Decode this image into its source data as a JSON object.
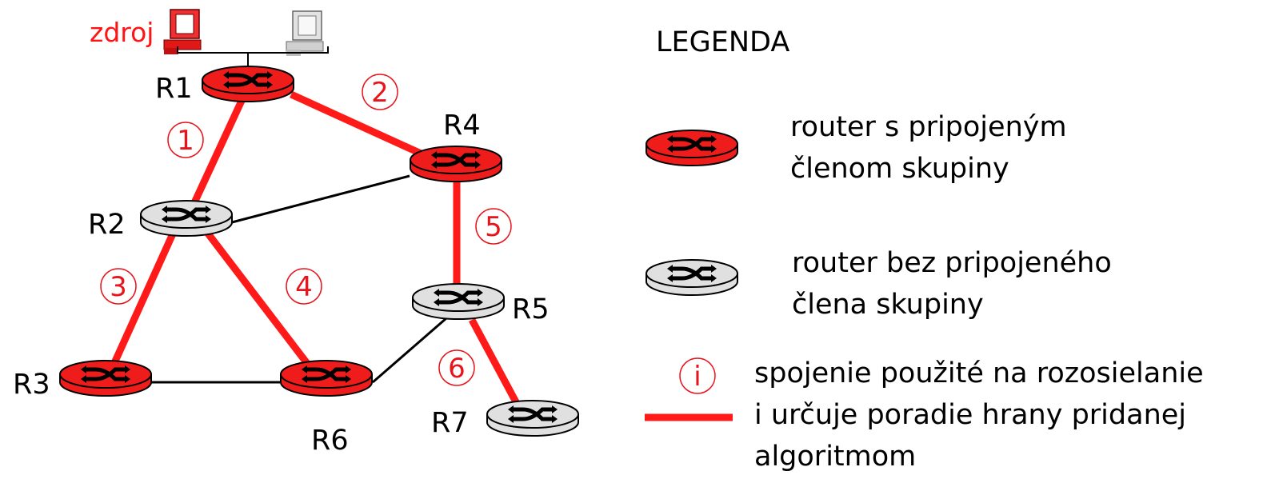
{
  "source_label": "zdroj",
  "legend_title": "LEGENDA",
  "routers": [
    {
      "id": "r1",
      "label": "R1",
      "member": true
    },
    {
      "id": "r2",
      "label": "R2",
      "member": false
    },
    {
      "id": "r3",
      "label": "R3",
      "member": true
    },
    {
      "id": "r4",
      "label": "R4",
      "member": true
    },
    {
      "id": "r5",
      "label": "R5",
      "member": false
    },
    {
      "id": "r6",
      "label": "R6",
      "member": true
    },
    {
      "id": "r7",
      "label": "R7",
      "member": false
    }
  ],
  "edges": [
    {
      "from": "R1",
      "to": "R2",
      "used": true,
      "order": "1"
    },
    {
      "from": "R1",
      "to": "R4",
      "used": true,
      "order": "2"
    },
    {
      "from": "R2",
      "to": "R3",
      "used": true,
      "order": "3"
    },
    {
      "from": "R2",
      "to": "R6",
      "used": true,
      "order": "4"
    },
    {
      "from": "R4",
      "to": "R5",
      "used": true,
      "order": "5"
    },
    {
      "from": "R5",
      "to": "R7",
      "used": true,
      "order": "6"
    },
    {
      "from": "R2",
      "to": "R4",
      "used": false
    },
    {
      "from": "R3",
      "to": "R6",
      "used": false
    },
    {
      "from": "R6",
      "to": "R5",
      "used": false
    }
  ],
  "legend": {
    "member_router": {
      "line1": "router s pripojeným",
      "line2": "členom skupiny"
    },
    "plain_router": {
      "line1": "router bez pripojeného",
      "line2": "člena skupiny"
    },
    "used_link": {
      "symbol": "i",
      "line1": "spojenie použité na rozosielanie",
      "line2": "i určuje poradie hrany pridanej",
      "line3": "algoritmom"
    }
  },
  "colors": {
    "member": "#ef1c1c",
    "plain": "#e0e0e0",
    "used_edge": "#ff1a1a",
    "plain_edge": "#000000",
    "number": "#e8141b"
  },
  "icons": [
    "router-icon",
    "computer-icon"
  ]
}
